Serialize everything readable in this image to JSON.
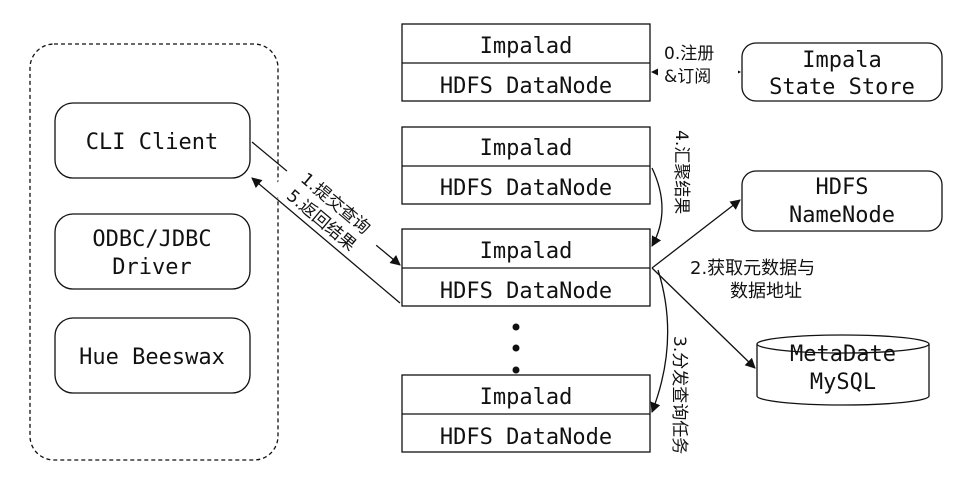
{
  "clients": {
    "cli": "CLI Client",
    "odbc_line1": "ODBC/JDBC",
    "odbc_line2": "Driver",
    "hue": "Hue Beeswax"
  },
  "impala_nodes": {
    "impalad": "Impalad",
    "datanode": "HDFS DataNode"
  },
  "state_store": {
    "line1": "Impala",
    "line2": "State Store"
  },
  "namenode": {
    "line1": "HDFS",
    "line2": "NameNode"
  },
  "metastore": {
    "line1": "MetaDate",
    "line2": "MySQL"
  },
  "steps": {
    "register_line1": "0.注册",
    "register_line2": "&订阅",
    "submit": "1.提交查询",
    "return": "5.返回结果",
    "aggregate": "4.汇聚结果",
    "metadata_line1": "2.获取元数据与",
    "metadata_line2": "数据地址",
    "dispatch": "3.分发查询任务"
  },
  "colors": {
    "stroke": "#111111",
    "background": "#ffffff"
  }
}
